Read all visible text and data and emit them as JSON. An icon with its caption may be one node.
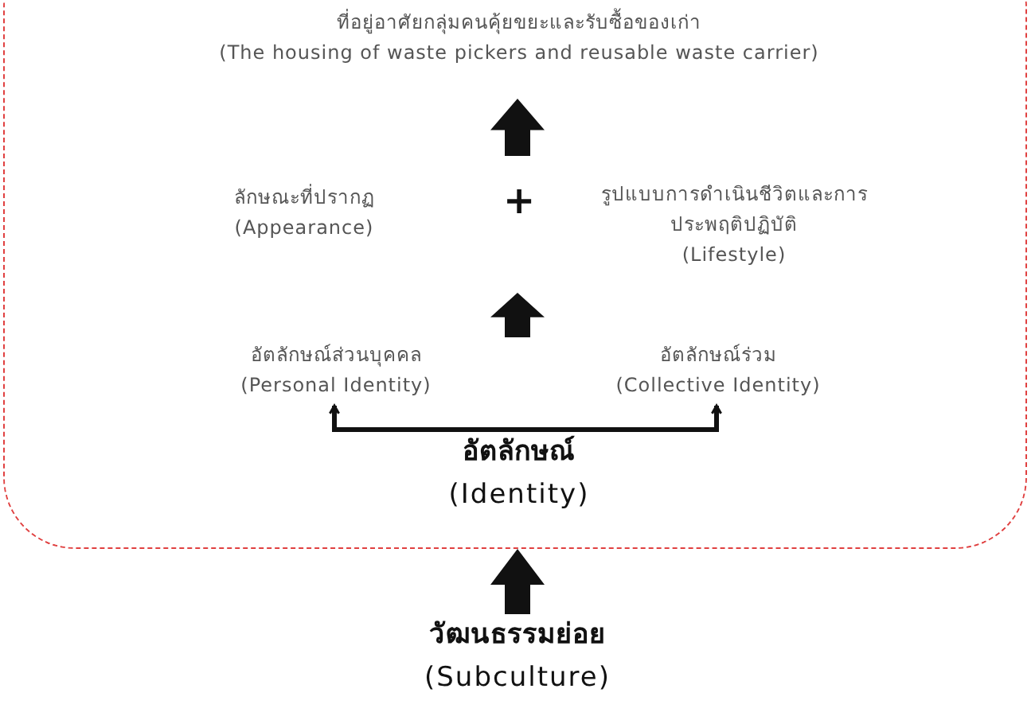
{
  "diagram": {
    "nodes": [
      {
        "text": [],
        "shape": "box"
      },
      {
        "text": [
          "ที่อยู่อาศัยกลุ่มคนคุ้ยขยะและรับซื้อของเก่า",
          "(The housing of waste pickers and reusable waste carrier)"
        ],
        "in": 0
      },
      {
        "text": [
          "ลักษณะที่ปรากฏ",
          "(Appearance)"
        ],
        "in": 0
      },
      {
        "text": [
          "รูปแบบการดำเนินชีวิตและการประพฤติปฏิบัติ",
          "(Lifestyle)"
        ],
        "in": 0
      },
      {
        "text": [
          "อัตลักษณ์ส่วนบุคคล",
          "(Personal Identity)"
        ],
        "in": 0
      },
      {
        "text": [
          "อัตลักษณ์ร่วม",
          "(Collective Identity)"
        ],
        "in": 0
      },
      {
        "text": [
          "อัตลักษณ์",
          "(Identity)"
        ],
        "in": 0
      },
      {
        "text": [
          "วัฒนธรรมย่อย",
          "(Subculture)"
        ]
      }
    ],
    "edges": [
      {
        "from": 7,
        "to": 0,
        "arrow": "to",
        "style": "thick"
      },
      {
        "from": 6,
        "to": 4,
        "arrow": "to"
      },
      {
        "from": 6,
        "to": 5,
        "arrow": "to"
      }
    ],
    "labels": [
      "+"
    ]
  }
}
